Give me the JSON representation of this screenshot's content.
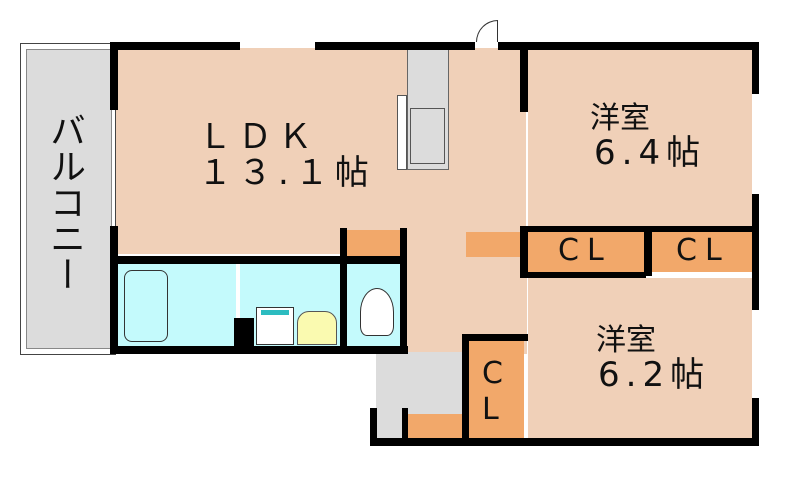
{
  "floorplan": {
    "balcony": {
      "label": "バルコニー"
    },
    "ldk": {
      "name": "ＬＤＫ",
      "size": "１３.１帖"
    },
    "room1": {
      "name": "洋室",
      "size": "6.4帖"
    },
    "room2": {
      "name": "洋室",
      "size": "6.2帖"
    },
    "closets": {
      "cl1": "CL",
      "cl2": "CL",
      "cl3_c": "C",
      "cl3_l": "L"
    }
  },
  "colors": {
    "room": "#f0d0b8",
    "closet": "#f2a86a",
    "wet": "#c4fafc",
    "balcony": "#dcdcdc",
    "wall": "#000000"
  }
}
